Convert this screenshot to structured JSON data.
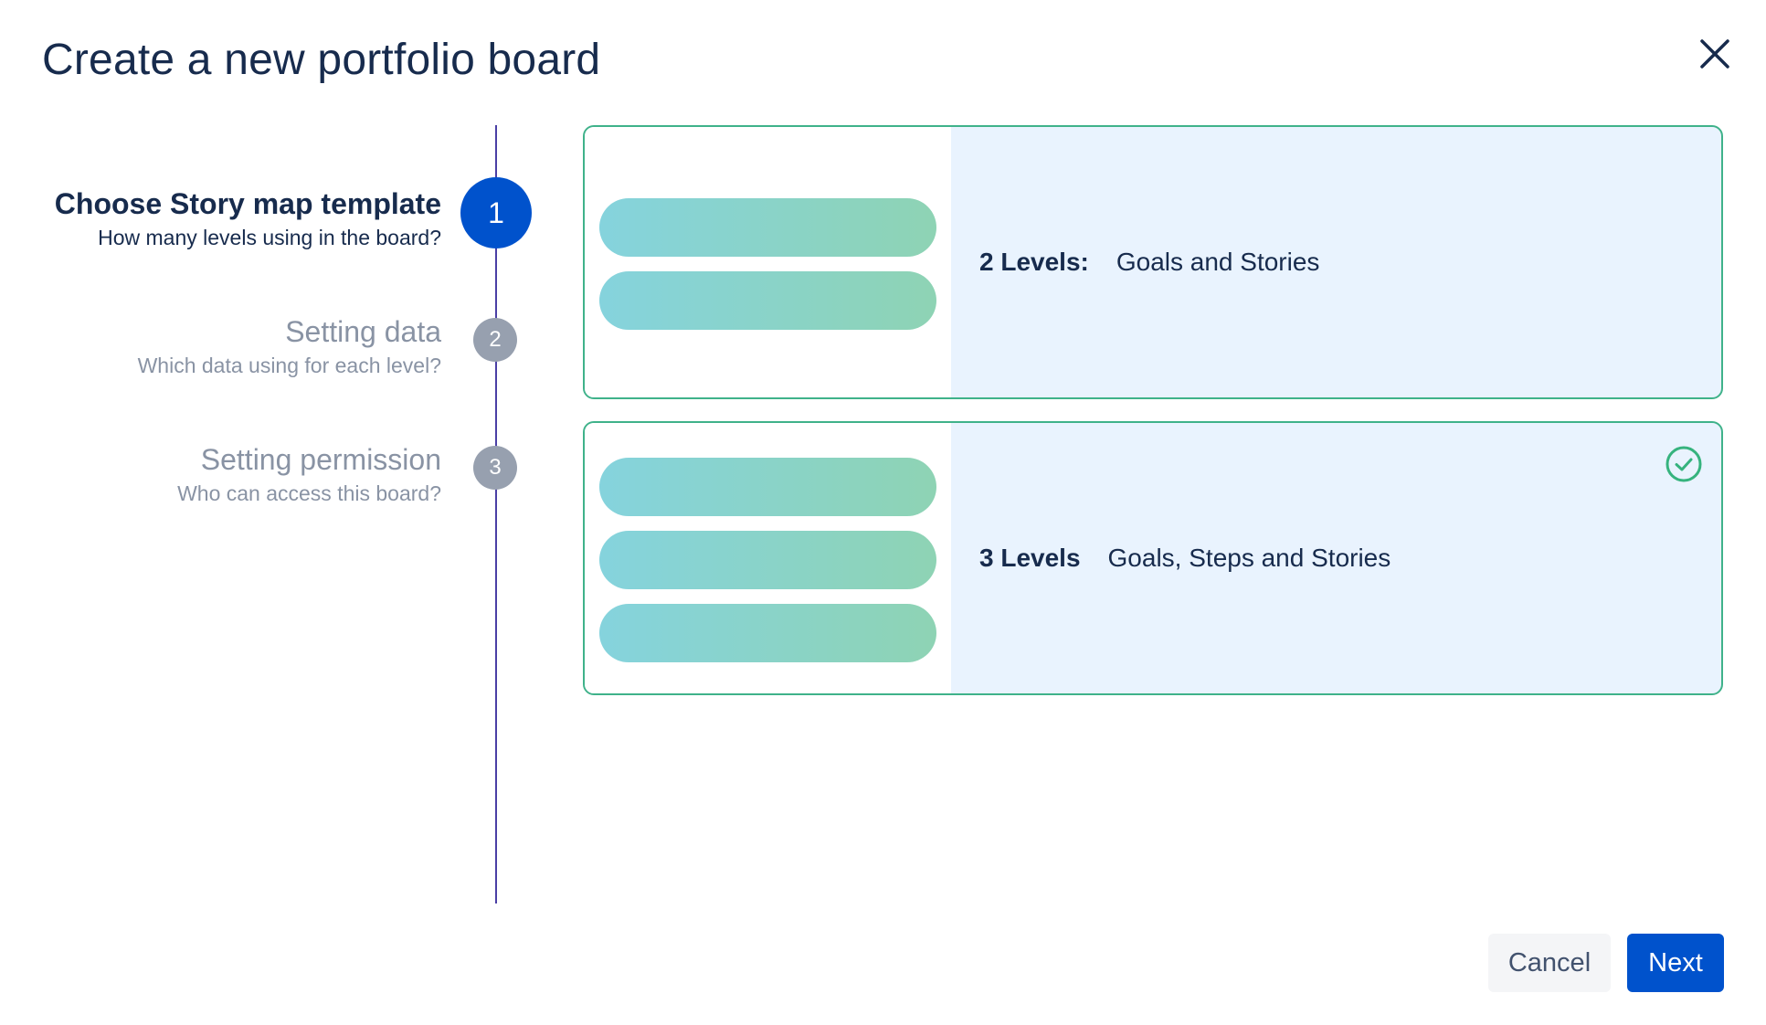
{
  "dialog": {
    "title": "Create a new portfolio board",
    "close_icon": "close-icon"
  },
  "stepper": {
    "current": 1,
    "steps": [
      {
        "number": "1",
        "title": "Choose Story map template",
        "subtitle": "How many levels using in the board?",
        "state": "active"
      },
      {
        "number": "2",
        "title": "Setting data",
        "subtitle": "Which data using for each level?",
        "state": "inactive"
      },
      {
        "number": "3",
        "title": "Setting permission",
        "subtitle": "Who can access this board?",
        "state": "inactive"
      }
    ]
  },
  "templates": [
    {
      "levels_label": "2 Levels:",
      "description": "Goals and Stories",
      "bars": 2,
      "selected": false
    },
    {
      "levels_label": "3 Levels",
      "description": "Goals, Steps and Stories",
      "bars": 3,
      "selected": true,
      "selected_icon": "check-circle-icon"
    }
  ],
  "footer": {
    "cancel_label": "Cancel",
    "next_label": "Next"
  },
  "colors": {
    "primary": "#0052cc",
    "text": "#172b4d",
    "muted": "#8993a4",
    "card_border": "#3fb28a",
    "card_bg": "#e9f3fe",
    "stepper_line": "#4a3fa5"
  }
}
